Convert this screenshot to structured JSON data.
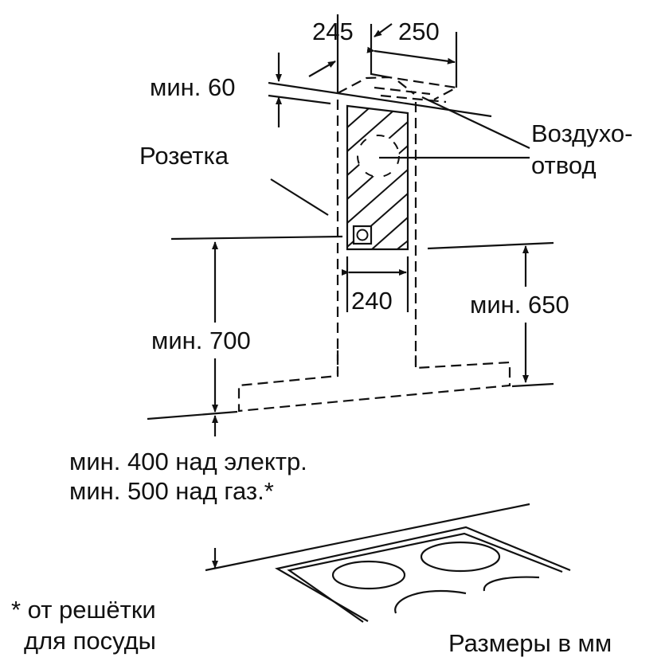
{
  "dimensions": {
    "depth_245": "245",
    "width_250": "250",
    "min_60": "мин. 60",
    "width_240": "240",
    "min_650": "мин. 650",
    "min_700": "мин. 700"
  },
  "labels": {
    "socket": "Розетка",
    "air_outlet_line1": "Воздухо-",
    "air_outlet_line2": "отвод"
  },
  "clearance": {
    "electric": "мин. 400 над электр.",
    "gas": "мин. 500 над газ.*"
  },
  "footnote": {
    "line1": "* от решётки",
    "line2": "для посуды"
  },
  "units_note": "Размеры в мм"
}
